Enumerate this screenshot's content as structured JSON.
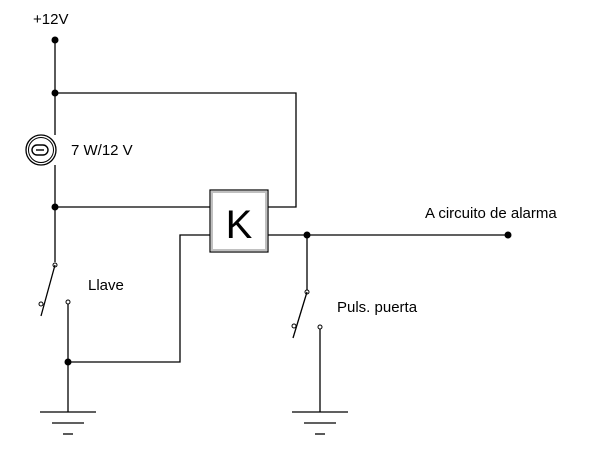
{
  "diagram": {
    "supply_label": "+12V",
    "lamp_label": "7 W/12 V",
    "relay_label": "K",
    "output_label": "A circuito de alarma",
    "key_switch_label": "Llave",
    "door_switch_label": "Puls. puerta"
  },
  "colors": {
    "ink": "#000000",
    "background": "#ffffff",
    "relay_shadow": "#c0c0c0"
  }
}
